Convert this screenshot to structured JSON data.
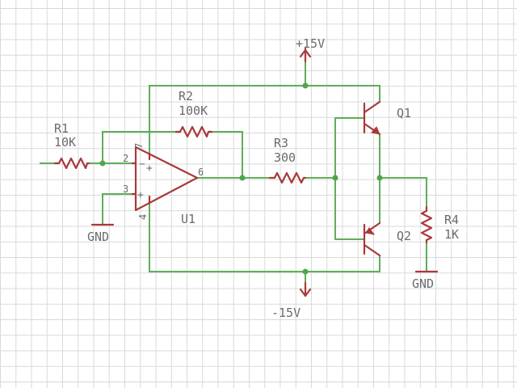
{
  "components": {
    "r1": {
      "ref": "R1",
      "value": "10K"
    },
    "r2": {
      "ref": "R2",
      "value": "100K"
    },
    "r3": {
      "ref": "R3",
      "value": "300"
    },
    "r4": {
      "ref": "R4",
      "value": "1K"
    },
    "u1": {
      "ref": "U1",
      "plus_sign": "+",
      "minus_sign": "−"
    },
    "q1": {
      "ref": "Q1"
    },
    "q2": {
      "ref": "Q2"
    }
  },
  "pins": {
    "p2": "2",
    "p3": "3",
    "p4": "4",
    "p6": "6",
    "p7": "7"
  },
  "power": {
    "positive": "+15V",
    "negative": "-15V"
  },
  "grounds": {
    "left": "GND",
    "right": "GND"
  },
  "colors": {
    "wire": "#5fae58",
    "component": "#a83a3a",
    "junction": "#4fa64a",
    "grid": "#d9d9d9",
    "label": "#6b6b6b"
  }
}
